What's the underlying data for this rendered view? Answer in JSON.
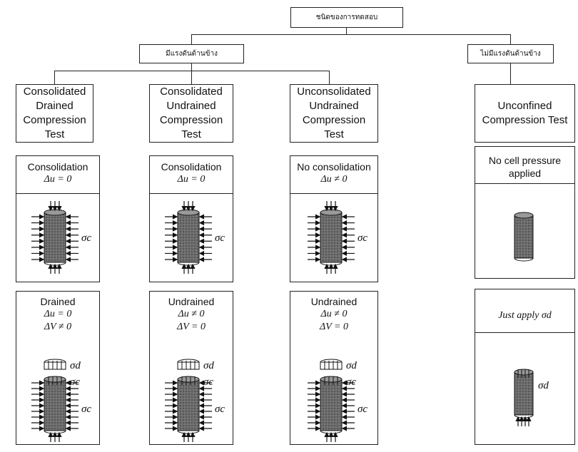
{
  "root": {
    "label": "ชนิดของการทดสอบ"
  },
  "branches": {
    "confined": "มีแรงดันด้านข้าง",
    "unconfined": "ไม่มีแรงดันด้านข้าง"
  },
  "columns": [
    {
      "name_lines": [
        "Consolidated",
        "Drained",
        "Compression",
        "Test"
      ],
      "stage1_lines": [
        "Consolidation",
        "Δu = 0"
      ],
      "stage2_lines": [
        "Drained",
        "Δu = 0",
        "ΔV ≠ 0"
      ],
      "sigma_c": "σc",
      "sigma_d": "σd"
    },
    {
      "name_lines": [
        "Consolidated",
        "Undrained",
        "Compression",
        "Test"
      ],
      "stage1_lines": [
        "Consolidation",
        "Δu = 0"
      ],
      "stage2_lines": [
        "Undrained",
        "Δu ≠ 0",
        "ΔV = 0"
      ],
      "sigma_c": "σc",
      "sigma_d": "σd"
    },
    {
      "name_lines": [
        "Unconsolidated",
        "Undrained",
        "Compression",
        "Test"
      ],
      "stage1_lines": [
        "No consolidation",
        "Δu ≠ 0"
      ],
      "stage2_lines": [
        "Undrained",
        "Δu ≠ 0",
        "ΔV = 0"
      ],
      "sigma_c": "σc",
      "sigma_d": "σd"
    },
    {
      "name_lines": [
        "Unconfined",
        "Compression Test"
      ],
      "stage1_lines": [
        "No cell pressure",
        "applied"
      ],
      "stage2_lines": [
        "Just apply σd"
      ],
      "sigma_d": "σd"
    }
  ]
}
